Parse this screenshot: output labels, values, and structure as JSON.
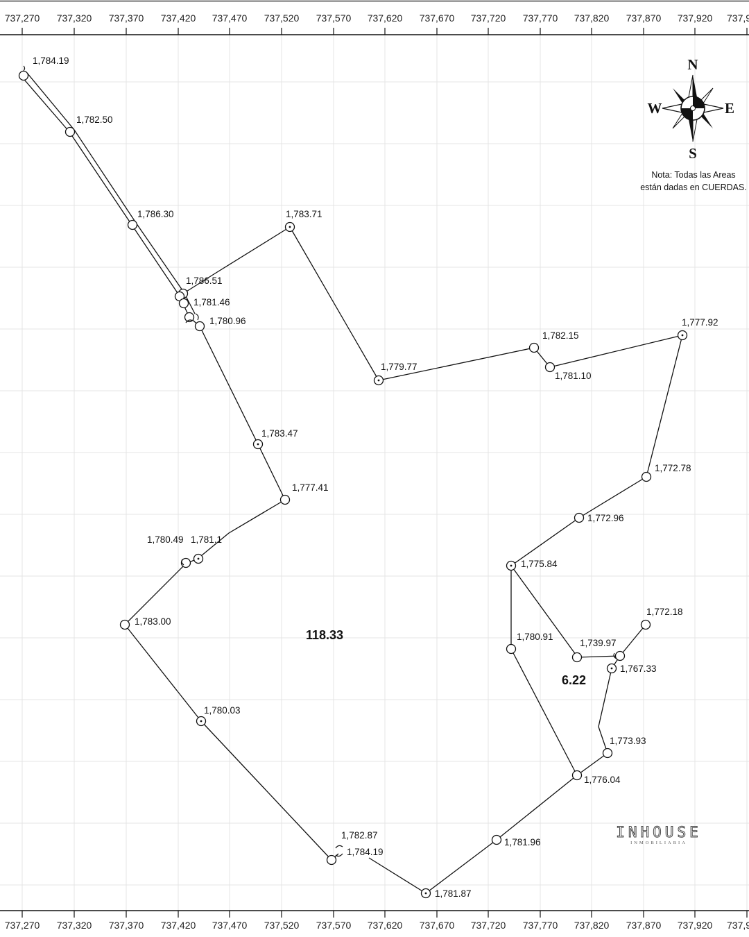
{
  "axis": {
    "ticks": [
      "737,270",
      "737,320",
      "737,370",
      "737,420",
      "737,470",
      "737,520",
      "737,570",
      "737,620",
      "737,670",
      "737,720",
      "737,770",
      "737,820",
      "737,870",
      "737,920",
      "737,9"
    ]
  },
  "points": {
    "p1": "1,784.19",
    "p2": "1,782.50",
    "p3": "1,786.30",
    "p4": "1,786.51",
    "p5": "1,781.46",
    "p6": "1,780.96",
    "p7": "1,783.71",
    "p8": "1,779.77",
    "p9": "1,782.15",
    "p10": "1,781.10",
    "p11": "1,777.92",
    "p12": "1,783.47",
    "p13": "1,777.41",
    "p14": "1,780.49",
    "p15": "1,781.1",
    "p16": "1,783.00",
    "p17": "1,780.03",
    "p18": "1,782.87",
    "p19": "1,784.19",
    "p20": "1,781.87",
    "p21": "1,781.96",
    "p22": "1,776.04",
    "p23": "1,773.93",
    "p24": "1,767.33",
    "p25": "1,739.97",
    "p26": "1,772.18",
    "p27": "1,780.91",
    "p28": "1,775.84",
    "p29": "1,772.96",
    "p30": "1,772.78"
  },
  "areas": {
    "main": "118.33",
    "small": "6.22"
  },
  "compass": {
    "n": "N",
    "s": "S",
    "e": "E",
    "w": "W"
  },
  "note": {
    "line1": "Nota: Todas las Areas",
    "line2": "están dadas en CUERDAS."
  },
  "brand": {
    "name": "INHOUSE",
    "sub": "INMOBILIARIA"
  },
  "colors": {
    "line": "#111111",
    "grid": "#e4e4e4",
    "background": "#ffffff"
  }
}
